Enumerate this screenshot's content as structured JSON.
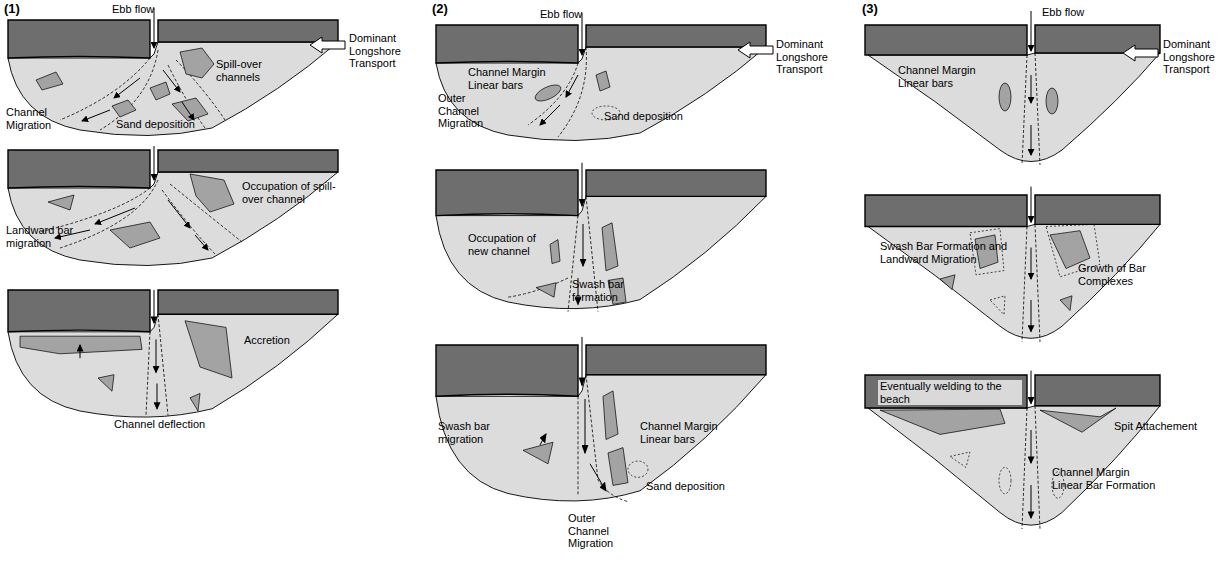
{
  "diagram": {
    "labels": [
      "(1)",
      "Ebb flow",
      "Dominant Longshore Transport",
      "Spill-over channels",
      "Channel Migration",
      "Sand deposition",
      "Landward bar migration",
      "Occupation of spill-over channel",
      "Accretion",
      "Channel deflection",
      "(2)",
      "Ebb flow",
      "Dominant Longshore Transport",
      "Channel Margin Linear bars",
      "Outer Channel Migration",
      "Sand deposition",
      "Occupation of new channel",
      "Swash bar formation",
      "Swash bar migration",
      "Channel Margin Linear bars",
      "Sand deposition",
      "Outer Channel Migration",
      "(3)",
      "Ebb flow",
      "Channel Margin Linear bars",
      "Dominant Longshore Transport",
      "Swash Bar Formation and Landward Migration",
      "Growth of Bar Complexes",
      "Eventually welding to the beach",
      "Spit Attachement",
      "Channel Margin Linear Bar Formation"
    ]
  }
}
